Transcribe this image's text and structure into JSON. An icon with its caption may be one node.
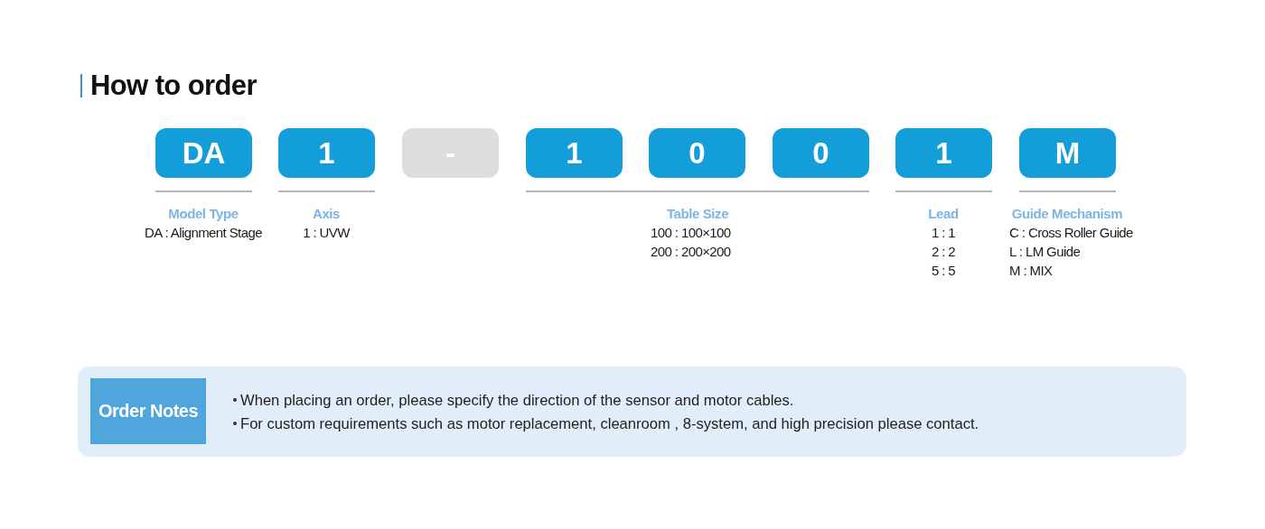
{
  "diagram": {
    "title": "How to order",
    "nodes": [
      {
        "text": [
          "DA"
        ],
        "beside": [
          "Model Type",
          "DA : Alignment Stage"
        ]
      },
      {
        "text": [
          "1"
        ],
        "beside": [
          "Axis",
          "1 : UVW"
        ]
      },
      {
        "text": [
          "-"
        ]
      },
      {
        "text": [
          "1"
        ]
      },
      {
        "text": [
          "0"
        ],
        "beside": [
          "Table Size",
          "100 : 100×100",
          "200 : 200×200"
        ]
      },
      {
        "text": [
          "0"
        ]
      },
      {
        "text": [
          "1"
        ],
        "beside": [
          "Lead",
          "1 : 1",
          "2 : 2",
          "5 : 5"
        ]
      },
      {
        "text": [
          "M"
        ],
        "beside": [
          "Guide Mechanism",
          "C : Cross Roller Guide",
          "L : LM Guide",
          "M : MIX"
        ]
      },
      {
        "text": [
          "When placing an order, please specify the direction of the sensor and motor cables.",
          "For custom requirements such as motor replacement, cleanroom , 8-system, and high precision please contact."
        ]
      },
      {
        "text": [
          "Order Notes"
        ],
        "in": 8
      }
    ]
  }
}
